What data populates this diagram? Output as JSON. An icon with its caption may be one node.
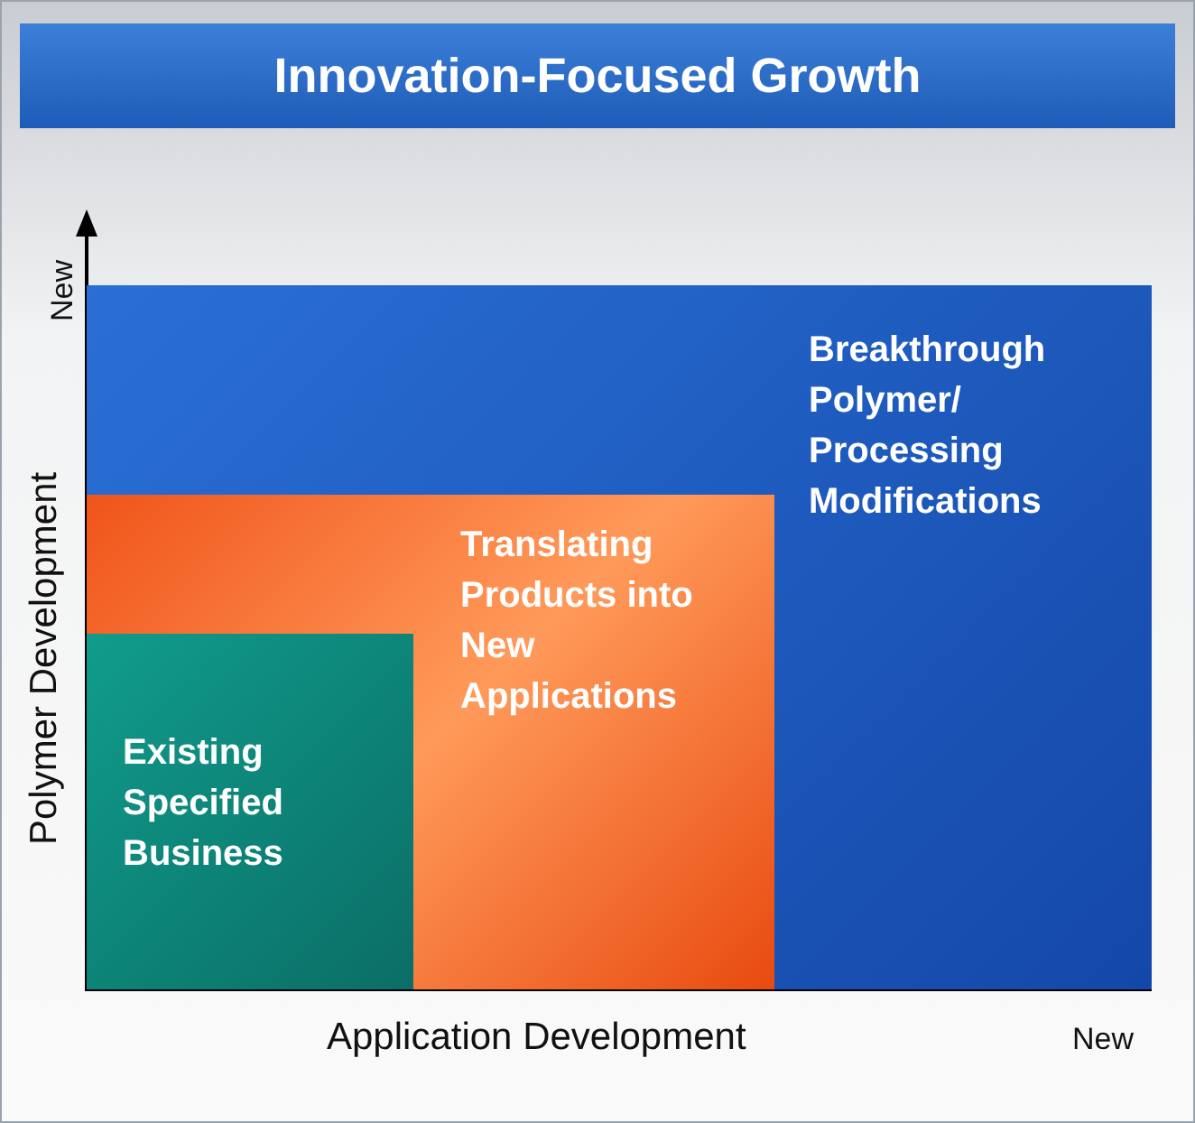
{
  "diagram": {
    "title": "Innovation-Focused Growth",
    "nodes": [
      {
        "text": [
          "Breakthrough Polymer/ Processing Modifications"
        ]
      },
      {
        "text": [
          "Translating Products into New Applications"
        ],
        "in": 0
      },
      {
        "text": [
          "Existing Specified Business"
        ],
        "in": 1
      }
    ],
    "labels": [
      "New",
      "Polymer Development",
      "Application Development",
      "New"
    ]
  }
}
